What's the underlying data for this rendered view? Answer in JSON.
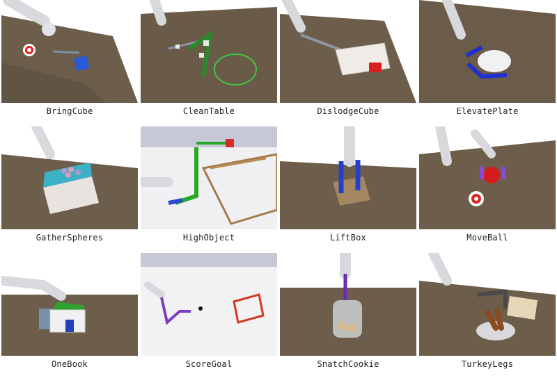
{
  "tasks": [
    {
      "name": "BringCube"
    },
    {
      "name": "CleanTable"
    },
    {
      "name": "DislodgeCube"
    },
    {
      "name": "ElevatePlate"
    },
    {
      "name": "GatherSpheres"
    },
    {
      "name": "HighObject"
    },
    {
      "name": "LiftBox"
    },
    {
      "name": "MoveBall"
    },
    {
      "name": "OneBook"
    },
    {
      "name": "ScoreGoal"
    },
    {
      "name": "SnatchCookie"
    },
    {
      "name": "TurkeyLegs"
    }
  ],
  "colors": {
    "table": "#6e5e4c",
    "background": "#ffffff",
    "arm": "#d9dade"
  }
}
